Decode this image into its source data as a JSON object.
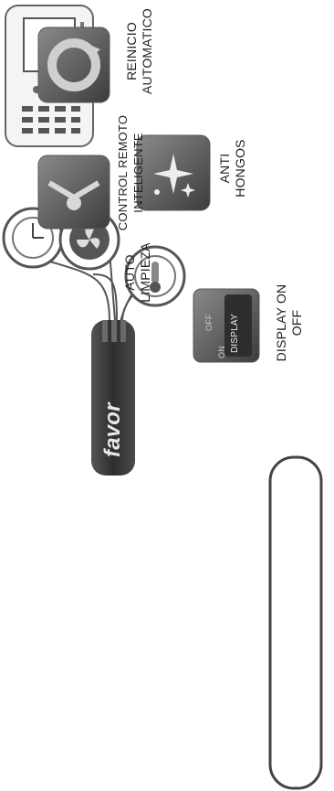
{
  "features": {
    "auto_limpieza": {
      "line1": "AUTO",
      "line2": "LIMPIEZA"
    },
    "control_remoto": {
      "line1": "CONTROL REMOTO",
      "line2": "INTELIGENTE"
    },
    "reinicio": {
      "line1": "REINICIO",
      "line2": "AUTOMATICO"
    },
    "anti_hongos": {
      "line1": "ANTI",
      "line2": "HONGOS"
    },
    "display": {
      "line1": "DISPLAY ON",
      "line2": "OFF"
    }
  },
  "display_icon": {
    "on": "ON",
    "off": "OFF",
    "display": "DISPLAY"
  },
  "brand": {
    "name": "favor"
  },
  "icons": [
    "remote-control-icon",
    "clock-icon",
    "fan-icon",
    "thermometer-icon",
    "auto-restart-icon",
    "remote-signal-icon",
    "anti-fungus-icon"
  ],
  "colors": {
    "icon_bg": "#5a5a5a",
    "brand_bar": "#3a3a3a",
    "text": "#222222"
  }
}
